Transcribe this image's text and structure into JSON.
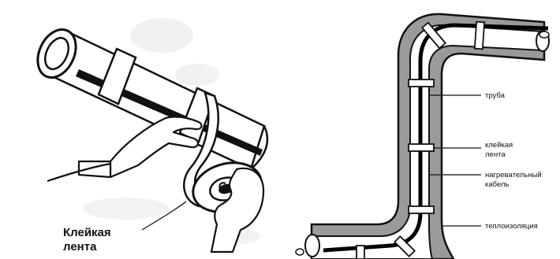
{
  "left_figure": {
    "caption_line1": "Клейкая",
    "caption_line2": "лента"
  },
  "right_figure": {
    "labels": {
      "pipe": "труба",
      "tape_line1": "клейкая",
      "tape_line2": "лента",
      "cable_line1": "нагревательный",
      "cable_line2": "кабель",
      "insulation": "теплоизоляция"
    }
  },
  "colors": {
    "ink": "#111111",
    "pipe_gray": "#9a9a9a",
    "pipe_inner": "#d9d9d9",
    "cable": "#000000",
    "paper": "#ffffff"
  }
}
